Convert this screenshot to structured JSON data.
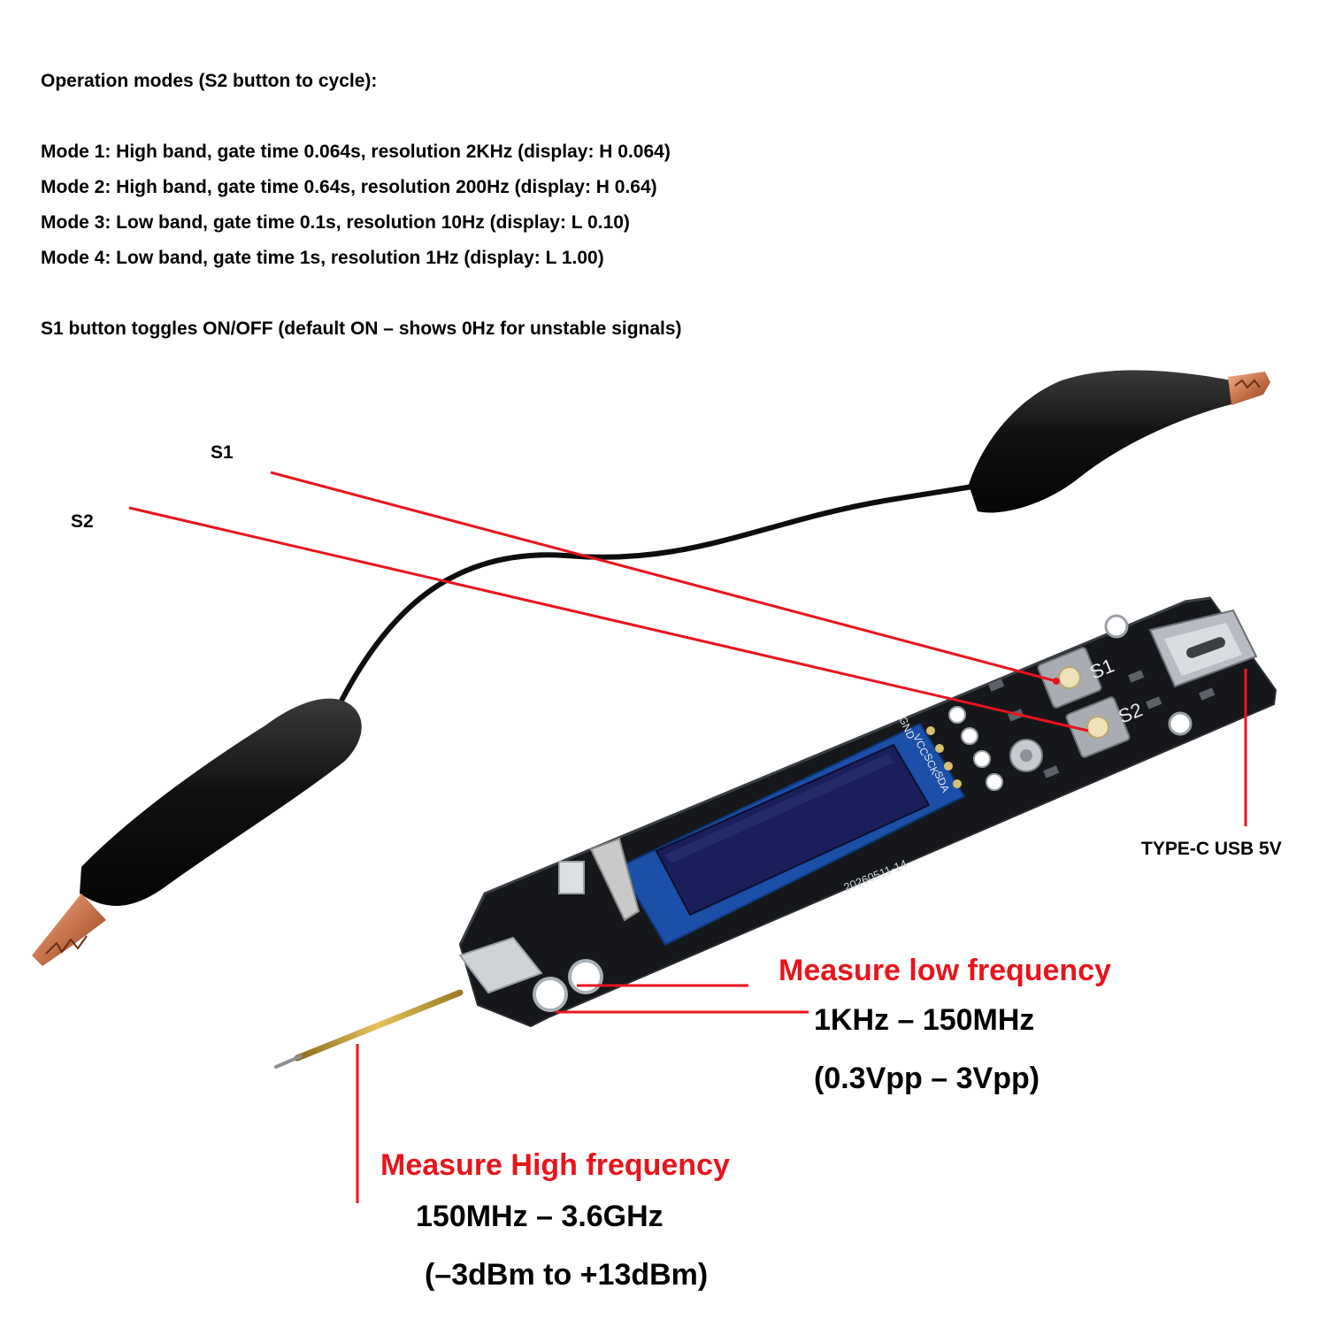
{
  "header": "Operation modes (S2 button to cycle):",
  "modes": [
    "Mode 1: High band, gate time 0.064s, resolution 2KHz (display: H 0.064)",
    "Mode 2: High band, gate time 0.64s, resolution 200Hz (display: H 0.64)",
    "Mode 3: Low band, gate time 0.1s, resolution 10Hz (display: L 0.10)",
    "Mode 4: Low band, gate time 1s, resolution 1Hz (display: L 1.00)"
  ],
  "s1_note": "S1 button toggles ON/OFF (default ON – shows 0Hz for unstable signals)",
  "callouts": {
    "s1": "S1",
    "s2": "S2",
    "usb": "TYPE-C USB 5V"
  },
  "low_freq": {
    "title": "Measure low frequency",
    "range": "1KHz – 150MHz",
    "level": "(0.3Vpp – 3Vpp)"
  },
  "high_freq": {
    "title": "Measure High frequency",
    "range": "150MHz – 3.6GHz",
    "level": "(–3dBm to +13dBm)"
  },
  "board": {
    "silk_s1": "S1",
    "silk_s2": "S2",
    "pins": [
      "GND",
      "VCC",
      "SCK",
      "SDA"
    ],
    "date_code": "20260511-14"
  },
  "colors": {
    "accent": "#e8141c",
    "pcb": "#15171a",
    "wire": "#0d0d0d",
    "oled_screen": "#1a1f5c",
    "oled_pcb": "#1b4fa8"
  }
}
